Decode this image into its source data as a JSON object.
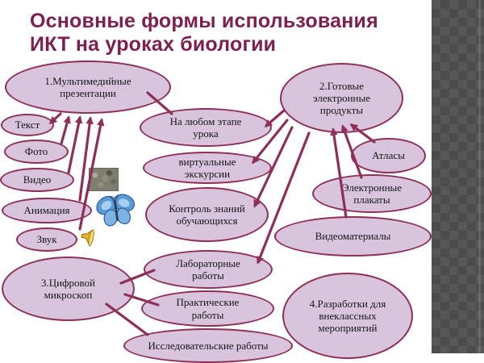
{
  "slide": {
    "title": "Основные формы использования ИКТ на уроках биологии",
    "title_line1": "Основные формы использования",
    "title_line2": "ИКТ на уроках биологии"
  },
  "nodes": {
    "multimedia": "1.Мультимедийные презентации",
    "text": "Текст",
    "photo": "Фото",
    "video": "Видео",
    "animation": "Анимация",
    "sound": "Звук",
    "any_stage": "На любом этапе урока",
    "virtual_tours": "виртуальные экскурсии",
    "knowledge_control": "Контроль знаний обучающихся",
    "ready_products": "2.Готовые электронные продукты",
    "atlases": "Атласы",
    "eposters": "Электронные плакаты",
    "video_materials": "Видеоматериалы",
    "extracurricular": "4.Разработки для внеклассных мероприятий",
    "microscope": "3.Цифровой микроскоп",
    "lab_works": "Лабораторные работы",
    "practical_works": "Практические работы",
    "research_works": "Исследовательские работы"
  },
  "icons": {
    "moss_photo": "moss-photo-image",
    "butterfly": "butterfly-image",
    "speaker": "speaker-icon"
  },
  "colors": {
    "ellipse_fill": "#d8c5dd",
    "ellipse_border": "#8e2f58",
    "connector": "#8e2f58",
    "title": "#7d1f4f",
    "strip_base": "#575757",
    "strip_diamond": "#4c4c4c"
  }
}
